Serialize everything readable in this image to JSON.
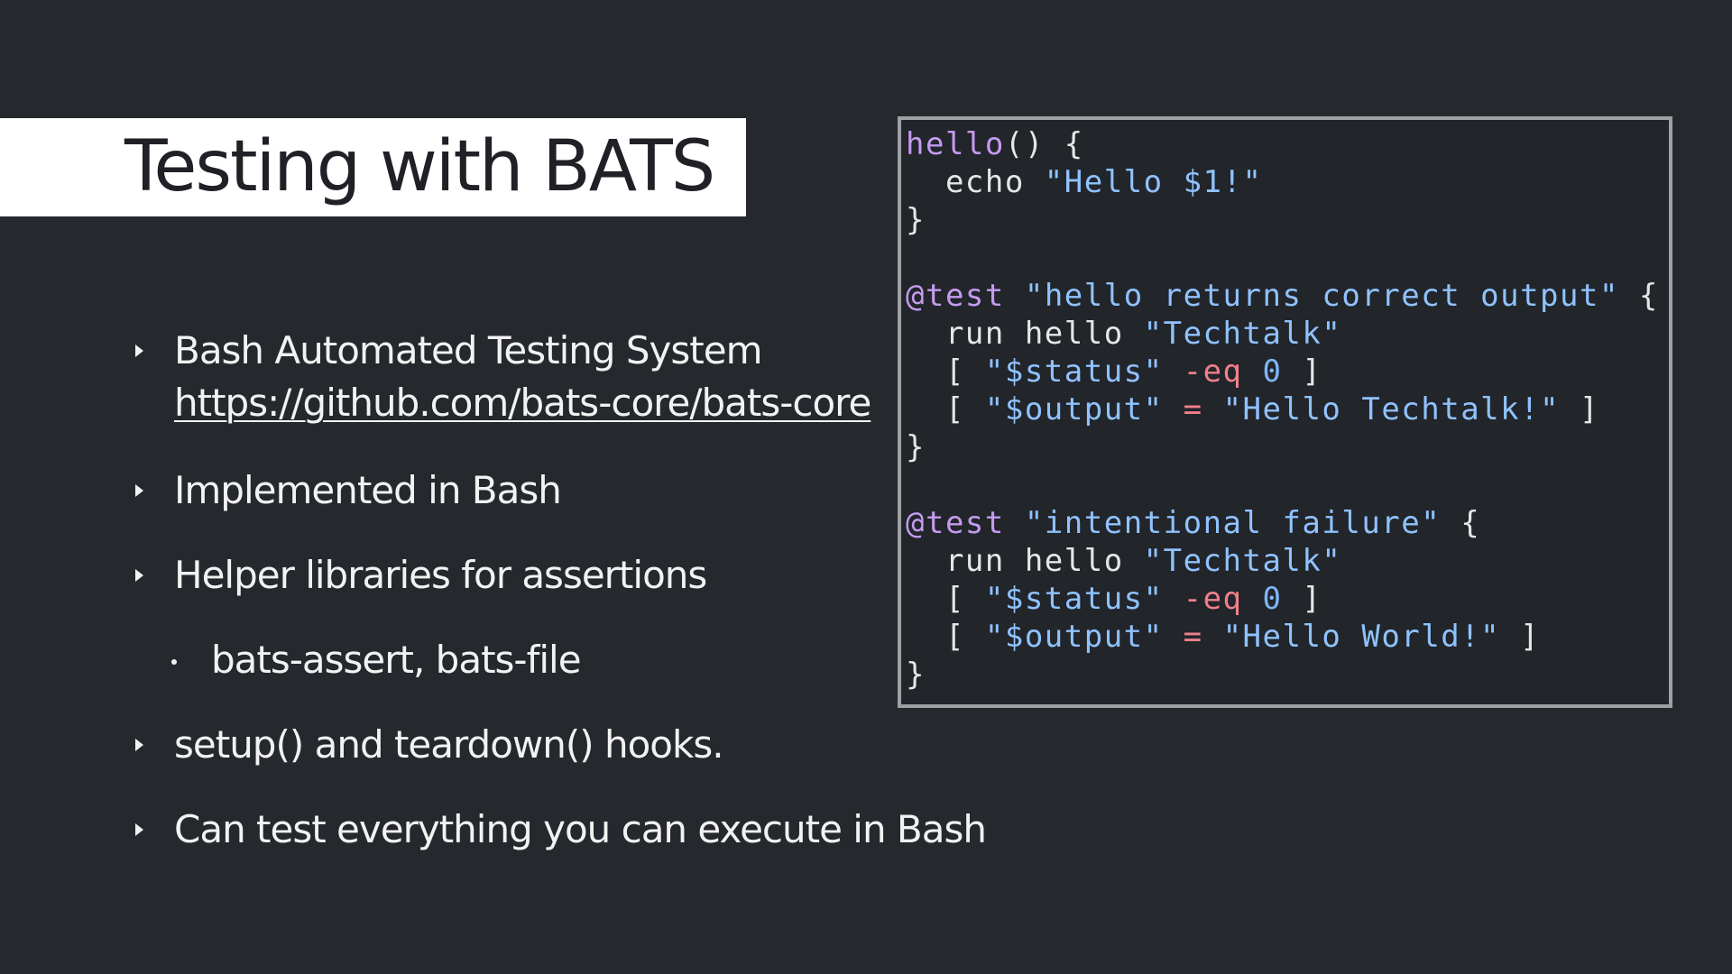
{
  "slide": {
    "title": "Testing with BATS"
  },
  "bullets": [
    {
      "text": "Bash Automated Testing System",
      "link": "https://github.com/bats-core/bats-core"
    },
    {
      "text": "Implemented in Bash"
    },
    {
      "text": "Helper libraries for assertions"
    },
    {
      "text": "bats-assert, bats-file",
      "level": 2
    },
    {
      "text": "setup() and teardown() hooks."
    },
    {
      "text": "Can test everything you can execute in Bash"
    }
  ],
  "code": {
    "lines": [
      "hello() {",
      "  echo \"Hello $1!\"",
      "}",
      "",
      "@test \"hello returns correct output\" {",
      "  run hello \"Techtalk\"",
      "  [ \"$status\" -eq 0 ]",
      "  [ \"$output\" = \"Hello Techtalk!\" ]",
      "}",
      "",
      "@test \"intentional failure\" {",
      "  run hello \"Techtalk\"",
      "  [ \"$status\" -eq 0 ]",
      "  [ \"$output\" = \"Hello World!\" ]",
      "}"
    ]
  },
  "colors": {
    "background": "#25282d",
    "title_bar": "#ffffff",
    "title_text": "#1f2126",
    "body_text": "#f2f2f2",
    "code_border": "#9da1a3",
    "code_keyword": "#c49bf0",
    "code_string": "#8fc2ff",
    "code_operator": "#f07f8d"
  }
}
